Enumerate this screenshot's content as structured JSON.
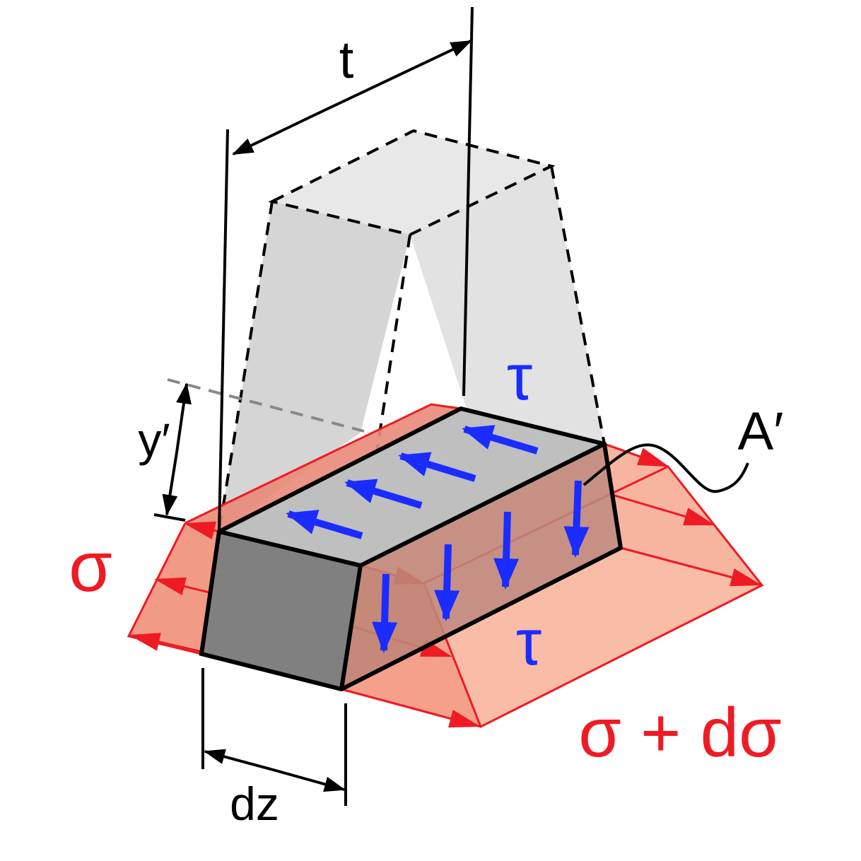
{
  "labels": {
    "thickness": "t",
    "tau_top": "τ",
    "tau_front": "τ",
    "area": "A′",
    "y_prime": "y′",
    "sigma_left": "σ",
    "sigma_right": "σ + dσ",
    "dz": "dz"
  },
  "colors": {
    "stress": "#ee1b24",
    "shear": "#1a2cff",
    "outline": "#000000",
    "ghost_fill": "#d9d9d9",
    "element_top": "#bdbdbd",
    "element_front": "#808080"
  }
}
